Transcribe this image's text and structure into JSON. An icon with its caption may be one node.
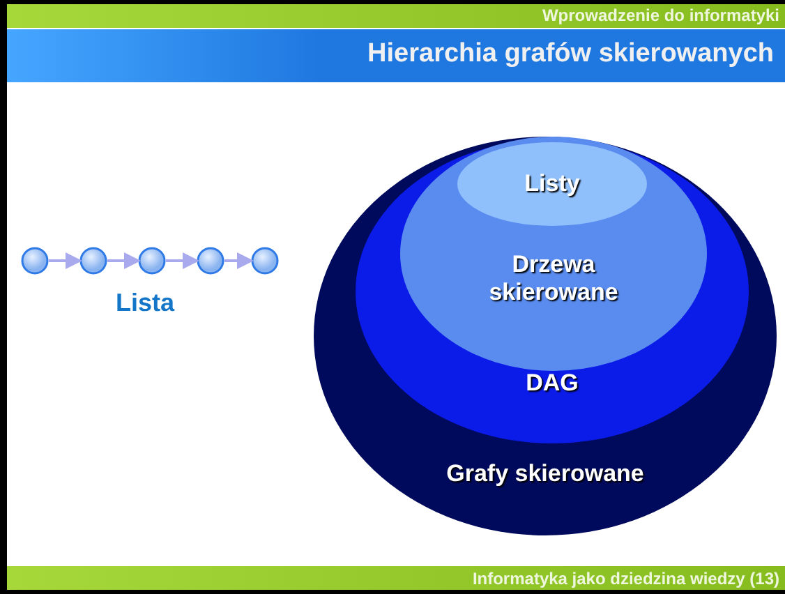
{
  "diagram": {
    "title": "Hierarchia grafów skierowanych",
    "nodes": [
      {
        "text": [
          "Grafy skierowane"
        ]
      },
      {
        "text": [
          "DAG"
        ],
        "in": 0
      },
      {
        "text": [
          "Drzewa skierowane"
        ],
        "in": 1
      },
      {
        "text": [
          "Listy"
        ],
        "in": 2
      },
      {
        "text": [],
        "shape": "circle"
      },
      {
        "text": [],
        "shape": "circle"
      },
      {
        "text": [],
        "shape": "circle"
      },
      {
        "text": [],
        "shape": "circle"
      },
      {
        "text": [],
        "shape": "circle"
      }
    ],
    "edges": [
      {
        "from": 4,
        "to": 5,
        "arrow": "to"
      },
      {
        "from": 5,
        "to": 6,
        "arrow": "to"
      },
      {
        "from": 6,
        "to": 7,
        "arrow": "to"
      },
      {
        "from": 7,
        "to": 8,
        "arrow": "to"
      }
    ],
    "labels": [
      "Wprowadzenie do informatyki",
      "Lista",
      "Informatyka jako dziedzina wiedzy (13)"
    ]
  }
}
